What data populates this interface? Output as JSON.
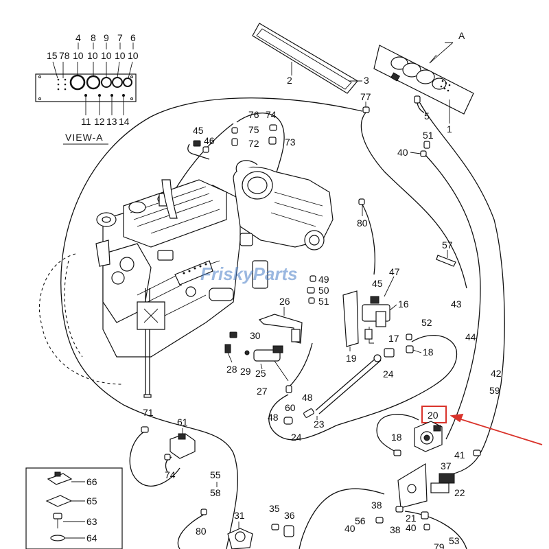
{
  "view": {
    "view_label": "VIEW-A",
    "view_marker": "A"
  },
  "watermark": "FriskyParts",
  "highlight": {
    "part_number": "20",
    "color": "#d9332b"
  },
  "labels": {
    "l15": "15",
    "l78": "78",
    "l4": "4",
    "l8": "8",
    "l9": "9",
    "l7": "7",
    "l6": "6",
    "l10a": "10",
    "l10b": "10",
    "l10c": "10",
    "l10d": "10",
    "l10e": "10",
    "l11": "11",
    "l12": "12",
    "l13": "13",
    "l14": "14",
    "l2": "2",
    "l3": "3",
    "l77": "77",
    "l5": "5",
    "l1": "1",
    "l76": "76",
    "l74a": "74",
    "l75": "75",
    "l72": "72",
    "l73": "73",
    "l45a": "45",
    "l46": "46",
    "l51a": "51",
    "l40a": "40",
    "l80a": "80",
    "l57": "57",
    "l43": "43",
    "l44": "44",
    "l47": "47",
    "l45b": "45",
    "l16": "16",
    "l52": "52",
    "l17": "17",
    "l18a": "18",
    "l49": "49",
    "l50": "50",
    "l51b": "51",
    "l26": "26",
    "l30": "30",
    "l28": "28",
    "l29": "29",
    "l25": "25",
    "l27": "27",
    "l19": "19",
    "l24a": "24",
    "l48a": "48",
    "l48b": "48",
    "l60": "60",
    "l24b": "24",
    "l23": "23",
    "l42": "42",
    "l59": "59",
    "l71": "71",
    "l61": "61",
    "l74b": "74",
    "l18b": "18",
    "l41": "41",
    "l37": "37",
    "l22": "22",
    "l66": "66",
    "l65": "65",
    "l63": "63",
    "l64": "64",
    "l55": "55",
    "l58": "58",
    "l80b": "80",
    "l31": "31",
    "l35": "35",
    "l36": "36",
    "l56": "56",
    "l38a": "38",
    "l38b": "38",
    "l40b": "40",
    "l40c": "40",
    "l21": "21",
    "l53": "53",
    "l79": "79"
  }
}
